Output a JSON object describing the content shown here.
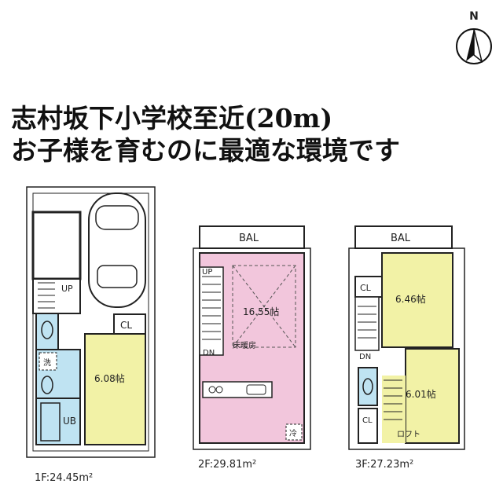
{
  "compass": {
    "label": "N"
  },
  "headline": {
    "line1": "志村坂下小学校至近(20m)",
    "line2": "お子様を育むのに最適な環境です"
  },
  "floors": {
    "f1": {
      "caption": "1F:24.45m²",
      "room_size": "6.08帖",
      "closet": "CL",
      "stairs": "UP",
      "washroom": "洗",
      "bath": "UB"
    },
    "f2": {
      "caption": "2F:29.81m²",
      "balcony": "BAL",
      "room_size": "16.55帖",
      "floor_heating": "床暖房",
      "stairs_up": "UP",
      "stairs_down": "DN",
      "fridge": "冷"
    },
    "f3": {
      "caption": "3F:27.23m²",
      "balcony": "BAL",
      "room_a_size": "6.46帖",
      "room_b_size": "6.01帖",
      "closet_a": "CL",
      "closet_b": "CL",
      "stairs_down": "DN",
      "loft": "ロフト"
    }
  },
  "colors": {
    "ldk_pink": "#f2c6dc",
    "room_yellow": "#f2f2a6",
    "water_blue": "#bfe3f2",
    "wall": "#222222"
  }
}
